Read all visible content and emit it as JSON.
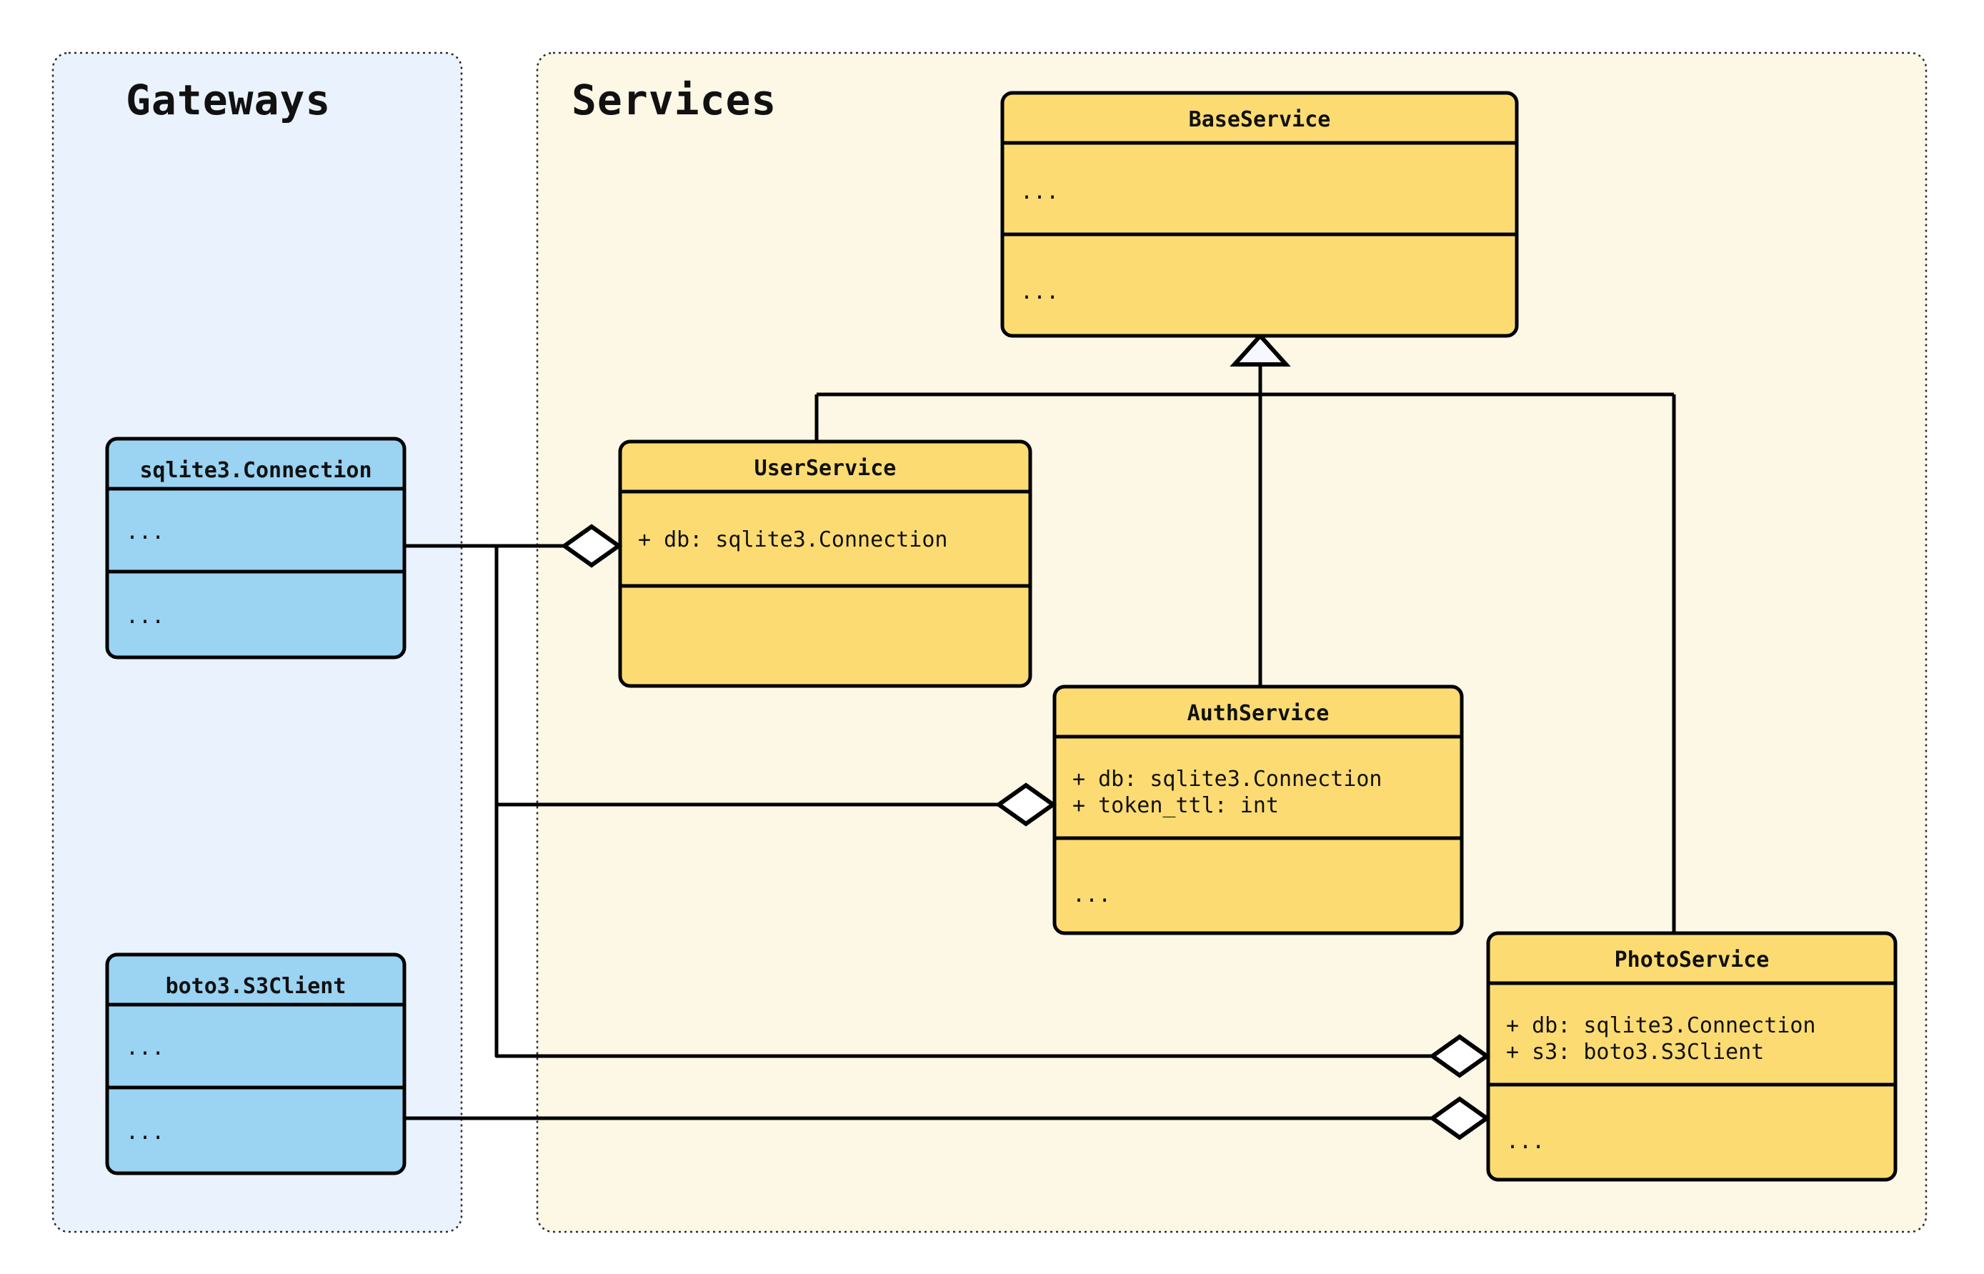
{
  "diagram": {
    "kind": "uml-class-diagram",
    "colors": {
      "gateways_package_fill": "#eaf2fd",
      "services_package_fill": "#fdf7e6",
      "gateway_class_fill": "#9bd3f2",
      "service_class_fill": "#fcdc72",
      "stroke": "#000000",
      "diamond_fill": "#ffffff",
      "triangle_fill": "#f7f7ff"
    },
    "packages": [
      {
        "id": "gateways",
        "label": "Gateways"
      },
      {
        "id": "services",
        "label": "Services"
      }
    ],
    "classes": [
      {
        "id": "sqlite3_connection",
        "package": "gateways",
        "name": "sqlite3.Connection",
        "attributes": [
          "..."
        ],
        "methods": [
          "..."
        ]
      },
      {
        "id": "boto3_s3client",
        "package": "gateways",
        "name": "boto3.S3Client",
        "attributes": [
          "..."
        ],
        "methods": [
          "..."
        ]
      },
      {
        "id": "baseservice",
        "package": "services",
        "name": "BaseService",
        "attributes": [
          "..."
        ],
        "methods": [
          "..."
        ]
      },
      {
        "id": "userservice",
        "package": "services",
        "name": "UserService",
        "attributes": [
          "+ db: sqlite3.Connection"
        ],
        "methods": [
          ""
        ]
      },
      {
        "id": "authservice",
        "package": "services",
        "name": "AuthService",
        "attributes": [
          "+ db: sqlite3.Connection",
          "+ token_ttl: int"
        ],
        "methods": [
          "..."
        ]
      },
      {
        "id": "photoservice",
        "package": "services",
        "name": "PhotoService",
        "attributes": [
          "+ db: sqlite3.Connection",
          "+ s3: boto3.S3Client"
        ],
        "methods": [
          "..."
        ]
      }
    ],
    "relations": [
      {
        "id": "rel-user-inherits-base",
        "type": "generalization",
        "from": "userservice",
        "to": "baseservice"
      },
      {
        "id": "rel-auth-inherits-base",
        "type": "generalization",
        "from": "authservice",
        "to": "baseservice"
      },
      {
        "id": "rel-photo-inherits-base",
        "type": "generalization",
        "from": "photoservice",
        "to": "baseservice"
      },
      {
        "id": "rel-user-db",
        "type": "aggregation",
        "from": "userservice",
        "to": "sqlite3_connection",
        "member": "db"
      },
      {
        "id": "rel-auth-db",
        "type": "aggregation",
        "from": "authservice",
        "to": "sqlite3_connection",
        "member": "db"
      },
      {
        "id": "rel-photo-db",
        "type": "aggregation",
        "from": "photoservice",
        "to": "sqlite3_connection",
        "member": "db"
      },
      {
        "id": "rel-photo-s3",
        "type": "aggregation",
        "from": "photoservice",
        "to": "boto3_s3client",
        "member": "s3"
      }
    ]
  }
}
